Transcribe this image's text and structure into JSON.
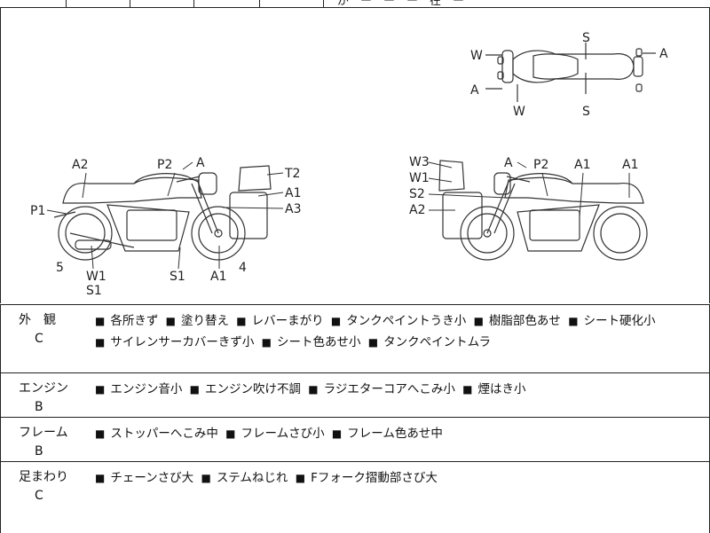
{
  "header": {
    "cut_text": "が　ー　ー　ー　在　ー"
  },
  "diagram": {
    "top_view_labels": [
      "W",
      "A",
      "W",
      "S",
      "S",
      "A"
    ],
    "left_side_labels": [
      "A2",
      "P2",
      "A",
      "T2",
      "A1",
      "A3",
      "P1",
      "5",
      "W1",
      "S1",
      "S1",
      "A1",
      "4"
    ],
    "right_side_labels": [
      "W3",
      "W1",
      "S2",
      "A2",
      "A",
      "P2",
      "A1",
      "A1"
    ]
  },
  "sections": [
    {
      "label": "外　観",
      "grade": "C",
      "items": [
        "各所きず",
        "塗り替え",
        "レバーまがり",
        "タンクペイントうき小",
        "樹脂部色あせ",
        "シート硬化小",
        "サイレンサーカバーきず小",
        "シート色あせ小",
        "タンクペイントムラ"
      ]
    },
    {
      "label": "エンジン",
      "grade": "B",
      "items": [
        "エンジン音小",
        "エンジン吹け不調",
        "ラジエターコアへこみ小",
        "煙はき小"
      ]
    },
    {
      "label": "フレーム",
      "grade": "B",
      "items": [
        "ストッパーへこみ中",
        "フレームさび小",
        "フレーム色あせ中"
      ]
    },
    {
      "label": "足まわり",
      "grade": "C",
      "items": [
        "チェーンさび大",
        "ステムねじれ",
        "Fフォーク摺動部さび大"
      ]
    }
  ]
}
